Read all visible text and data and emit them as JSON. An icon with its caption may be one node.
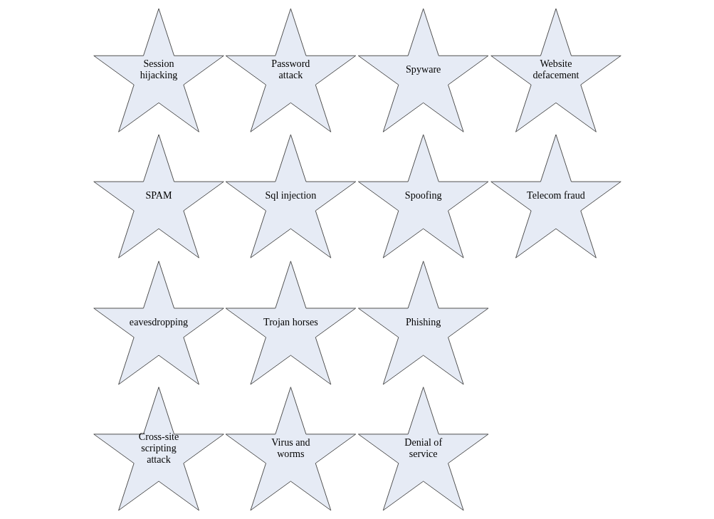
{
  "diagram": {
    "nodes": [
      {
        "text": [
          "Session hijacking"
        ]
      },
      {
        "text": [
          "SPAM"
        ]
      },
      {
        "text": [
          "eavesdropping"
        ]
      },
      {
        "text": [
          "Cross-site scripting attack"
        ]
      },
      {
        "text": [
          "Password attack"
        ]
      },
      {
        "text": [
          "Sql injection"
        ]
      },
      {
        "text": [
          "Trojan horses"
        ]
      },
      {
        "text": [
          "Virus and worms"
        ]
      },
      {
        "text": [
          "Spyware"
        ]
      },
      {
        "text": [
          "Spoofing"
        ]
      },
      {
        "text": [
          "Phishing"
        ]
      },
      {
        "text": [
          "Denial of service"
        ]
      },
      {
        "text": [
          "Website defacement"
        ]
      },
      {
        "text": [
          "Telecom fraud"
        ]
      }
    ]
  }
}
